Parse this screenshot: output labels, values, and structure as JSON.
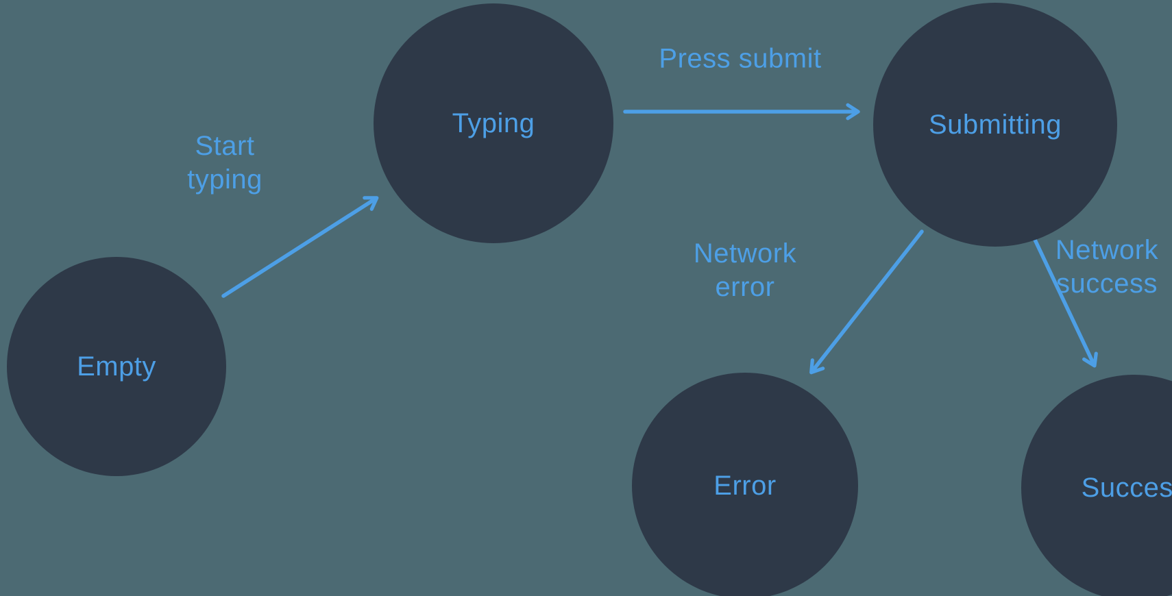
{
  "diagram": {
    "type": "state-machine-flow",
    "colors": {
      "background": "#4C6A73",
      "node": "#2E3948",
      "accent": "#4D9FE6"
    },
    "nodes": [
      {
        "id": "empty",
        "label": "Empty"
      },
      {
        "id": "typing",
        "label": "Typing"
      },
      {
        "id": "submitting",
        "label": "Submitting"
      },
      {
        "id": "error",
        "label": "Error"
      },
      {
        "id": "success",
        "label": "Success"
      }
    ],
    "edges": [
      {
        "from": "Empty",
        "to": "Typing",
        "label": "Start typing",
        "lines": [
          "Start",
          "typing"
        ]
      },
      {
        "from": "Typing",
        "to": "Submitting",
        "label": "Press submit",
        "lines": [
          "Press submit"
        ]
      },
      {
        "from": "Submitting",
        "to": "Error",
        "label": "Network error",
        "lines": [
          "Network",
          "error"
        ]
      },
      {
        "from": "Submitting",
        "to": "Success",
        "label": "Network success",
        "lines": [
          "Network",
          "success"
        ]
      }
    ]
  }
}
